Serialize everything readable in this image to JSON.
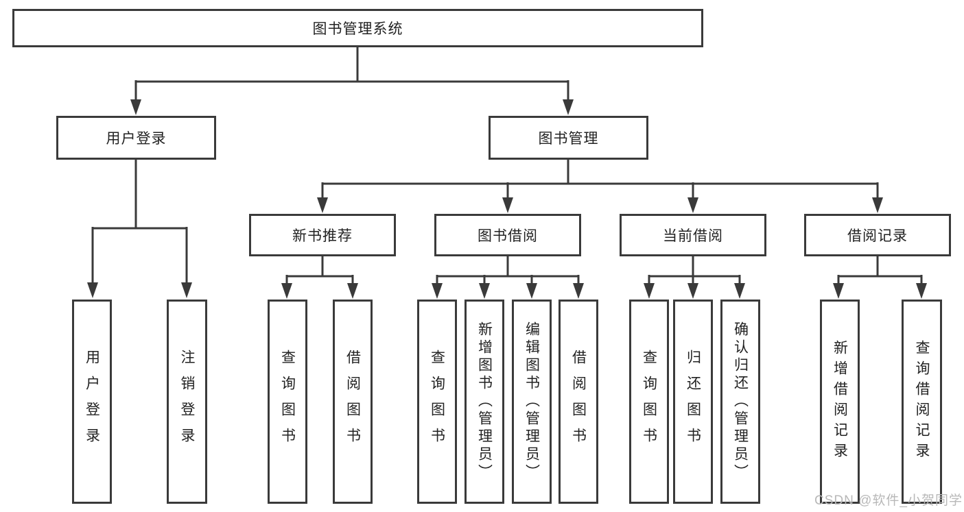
{
  "diagram": {
    "root": {
      "label": "图书管理系统"
    },
    "level2": {
      "user_login": {
        "label": "用户登录"
      },
      "book_management": {
        "label": "图书管理"
      }
    },
    "level3": {
      "new_book": {
        "label": "新书推荐"
      },
      "borrow": {
        "label": "图书借阅"
      },
      "current": {
        "label": "当前借阅"
      },
      "records": {
        "label": "借阅记录"
      }
    },
    "leaves": {
      "user_login": [
        "用户登录",
        "注销登录"
      ],
      "new_book": [
        "查询图书",
        "借阅图书"
      ],
      "borrow": [
        "查询图书",
        "新增图书（管理员）",
        "编辑图书（管理员）",
        "借阅图书"
      ],
      "current": [
        "查询图书",
        "归还图书",
        "确认归还（管理员）"
      ],
      "records": [
        "新增借阅记录",
        "查询借阅记录"
      ]
    },
    "colors": {
      "line": "#3a3a3a",
      "text": "#222222",
      "background": "#ffffff",
      "watermark": "#b8b8b8"
    }
  },
  "watermark": {
    "text": "CSDN @软件_小贺同学"
  }
}
